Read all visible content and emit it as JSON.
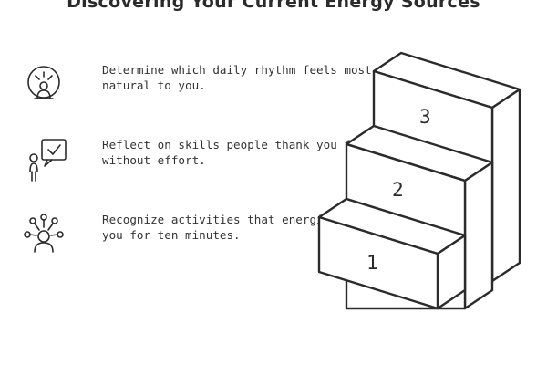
{
  "title": "Discovering Your Current Energy Sources",
  "steps": [
    {
      "icon": "head-radiating-thoughts-icon",
      "lines": [
        "Determine which daily rhythm feels most",
        "natural to you."
      ]
    },
    {
      "icon": "person-speech-bubble-check-icon",
      "lines": [
        "Reflect on skills people thank you for",
        "without effort."
      ]
    },
    {
      "icon": "person-connected-ideas-icon",
      "lines": [
        "Recognize activities that energize",
        "you for ten minutes."
      ]
    }
  ],
  "stairs": {
    "labels": [
      "1",
      "2",
      "3"
    ]
  }
}
